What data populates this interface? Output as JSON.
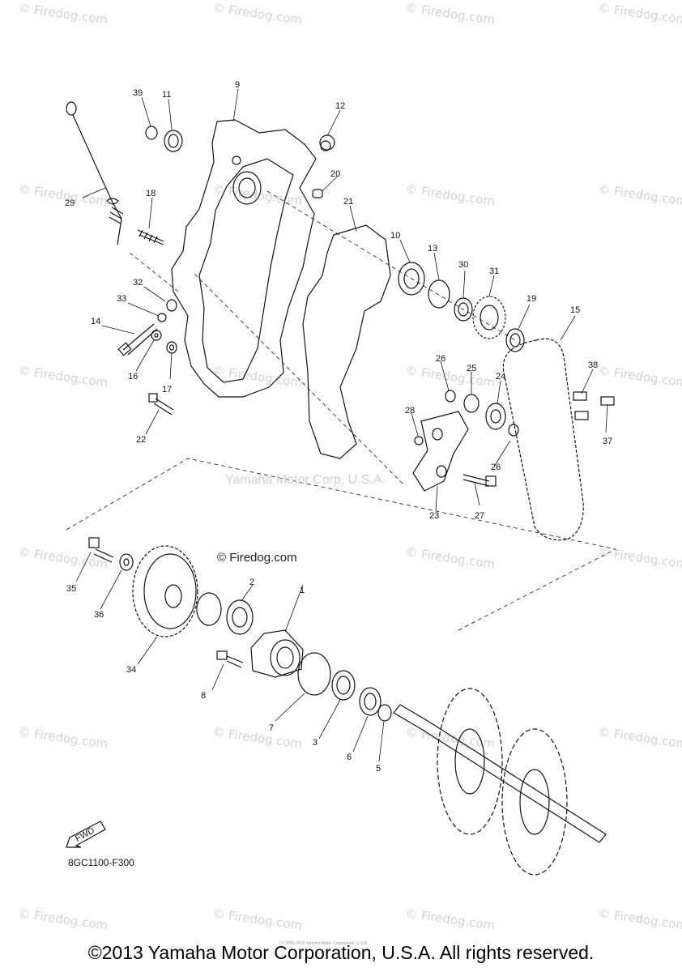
{
  "watermark": "© Firedog.com",
  "center_watermark": "Yamaha Motor Corp, U.S.A.",
  "mid_watermark": "© Firedog.com",
  "part_code": "8GC1100-F300",
  "fwd_label": "FWD",
  "copyright": "©2013 Yamaha Motor Corporation, U.S.A. All rights reserved.",
  "tiny_text": "(c) 2005-2015 Yamaha Motor Corporation, U.S.A.",
  "callouts": [
    "39",
    "11",
    "9",
    "12",
    "20",
    "29",
    "18",
    "21",
    "10",
    "13",
    "30",
    "31",
    "19",
    "15",
    "32",
    "33",
    "14",
    "26",
    "25",
    "24",
    "16",
    "17",
    "38",
    "22",
    "28",
    "37",
    "26",
    "27",
    "23",
    "35",
    "36",
    "2",
    "1",
    "34",
    "8",
    "7",
    "3",
    "6",
    "5"
  ]
}
